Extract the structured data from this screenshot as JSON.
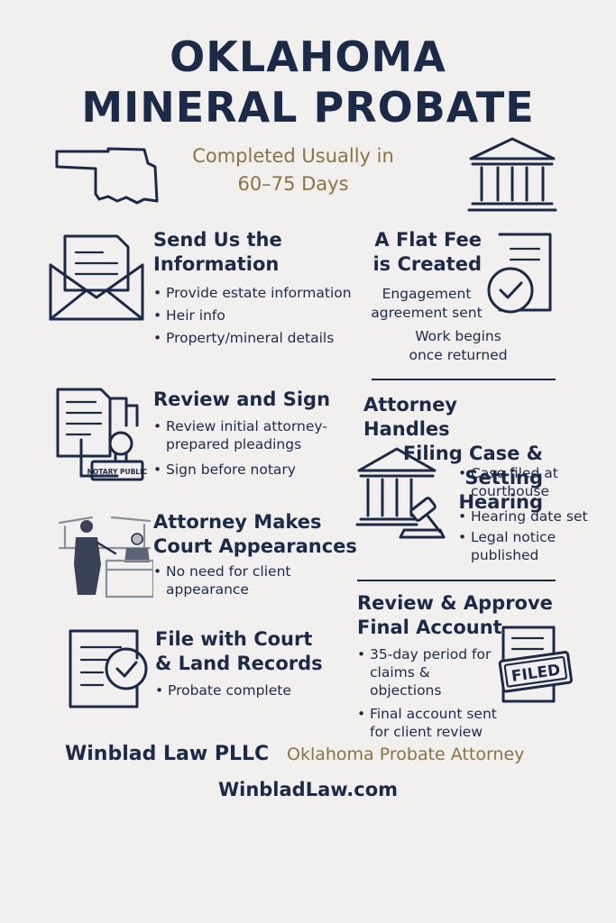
{
  "header": {
    "title_line1": "OKLAHOMA",
    "title_line2": "MINERAL PROBATE",
    "subtitle_line1": "Completed Usually in",
    "subtitle_line2": "60–75 Days"
  },
  "steps": {
    "send": {
      "title_line1": "Send Us the",
      "title_line2": "Information",
      "items": [
        "Provide estate information",
        "Heir info",
        "Property/mineral details"
      ]
    },
    "fee": {
      "title_line1": "A Flat Fee",
      "title_line2": "is Created",
      "note1_line1": "Engagement",
      "note1_line2": "agreement sent",
      "note2_line1": "Work begins",
      "note2_line2": "once returned"
    },
    "review": {
      "title": "Review and Sign",
      "items": [
        "Review initial attorney-prepared pleadings",
        "Sign before notary"
      ],
      "stamp_label": "NOTARY PUBLIC"
    },
    "filing": {
      "title_line1": "Attorney Handles",
      "title_line2": "Filing Case & Setting",
      "title_line3": "Hearing",
      "items": [
        "Case filed at courthouse",
        "Hearing date set",
        "Legal notice published"
      ]
    },
    "court": {
      "title_line1": "Attorney Makes",
      "title_line2": "Court Appearances",
      "items": [
        "No need for client appearance"
      ]
    },
    "approve": {
      "title_line1": "Review & Approve",
      "title_line2": "Final Account",
      "items": [
        "35-day period for claims & objections",
        "Final account sent for client review"
      ],
      "stamp_label": "FILED"
    },
    "records": {
      "title_line1": "File with Court",
      "title_line2": "& Land Records",
      "items": [
        "Probate complete"
      ]
    }
  },
  "footer": {
    "firm": "Winblad Law PLLC",
    "tagline": "Oklahoma Probate Attorney",
    "url": "WinbladLaw.com"
  },
  "colors": {
    "navy": "#1c2a4a",
    "gold": "#8a7340",
    "background": "#f2f0ee"
  }
}
